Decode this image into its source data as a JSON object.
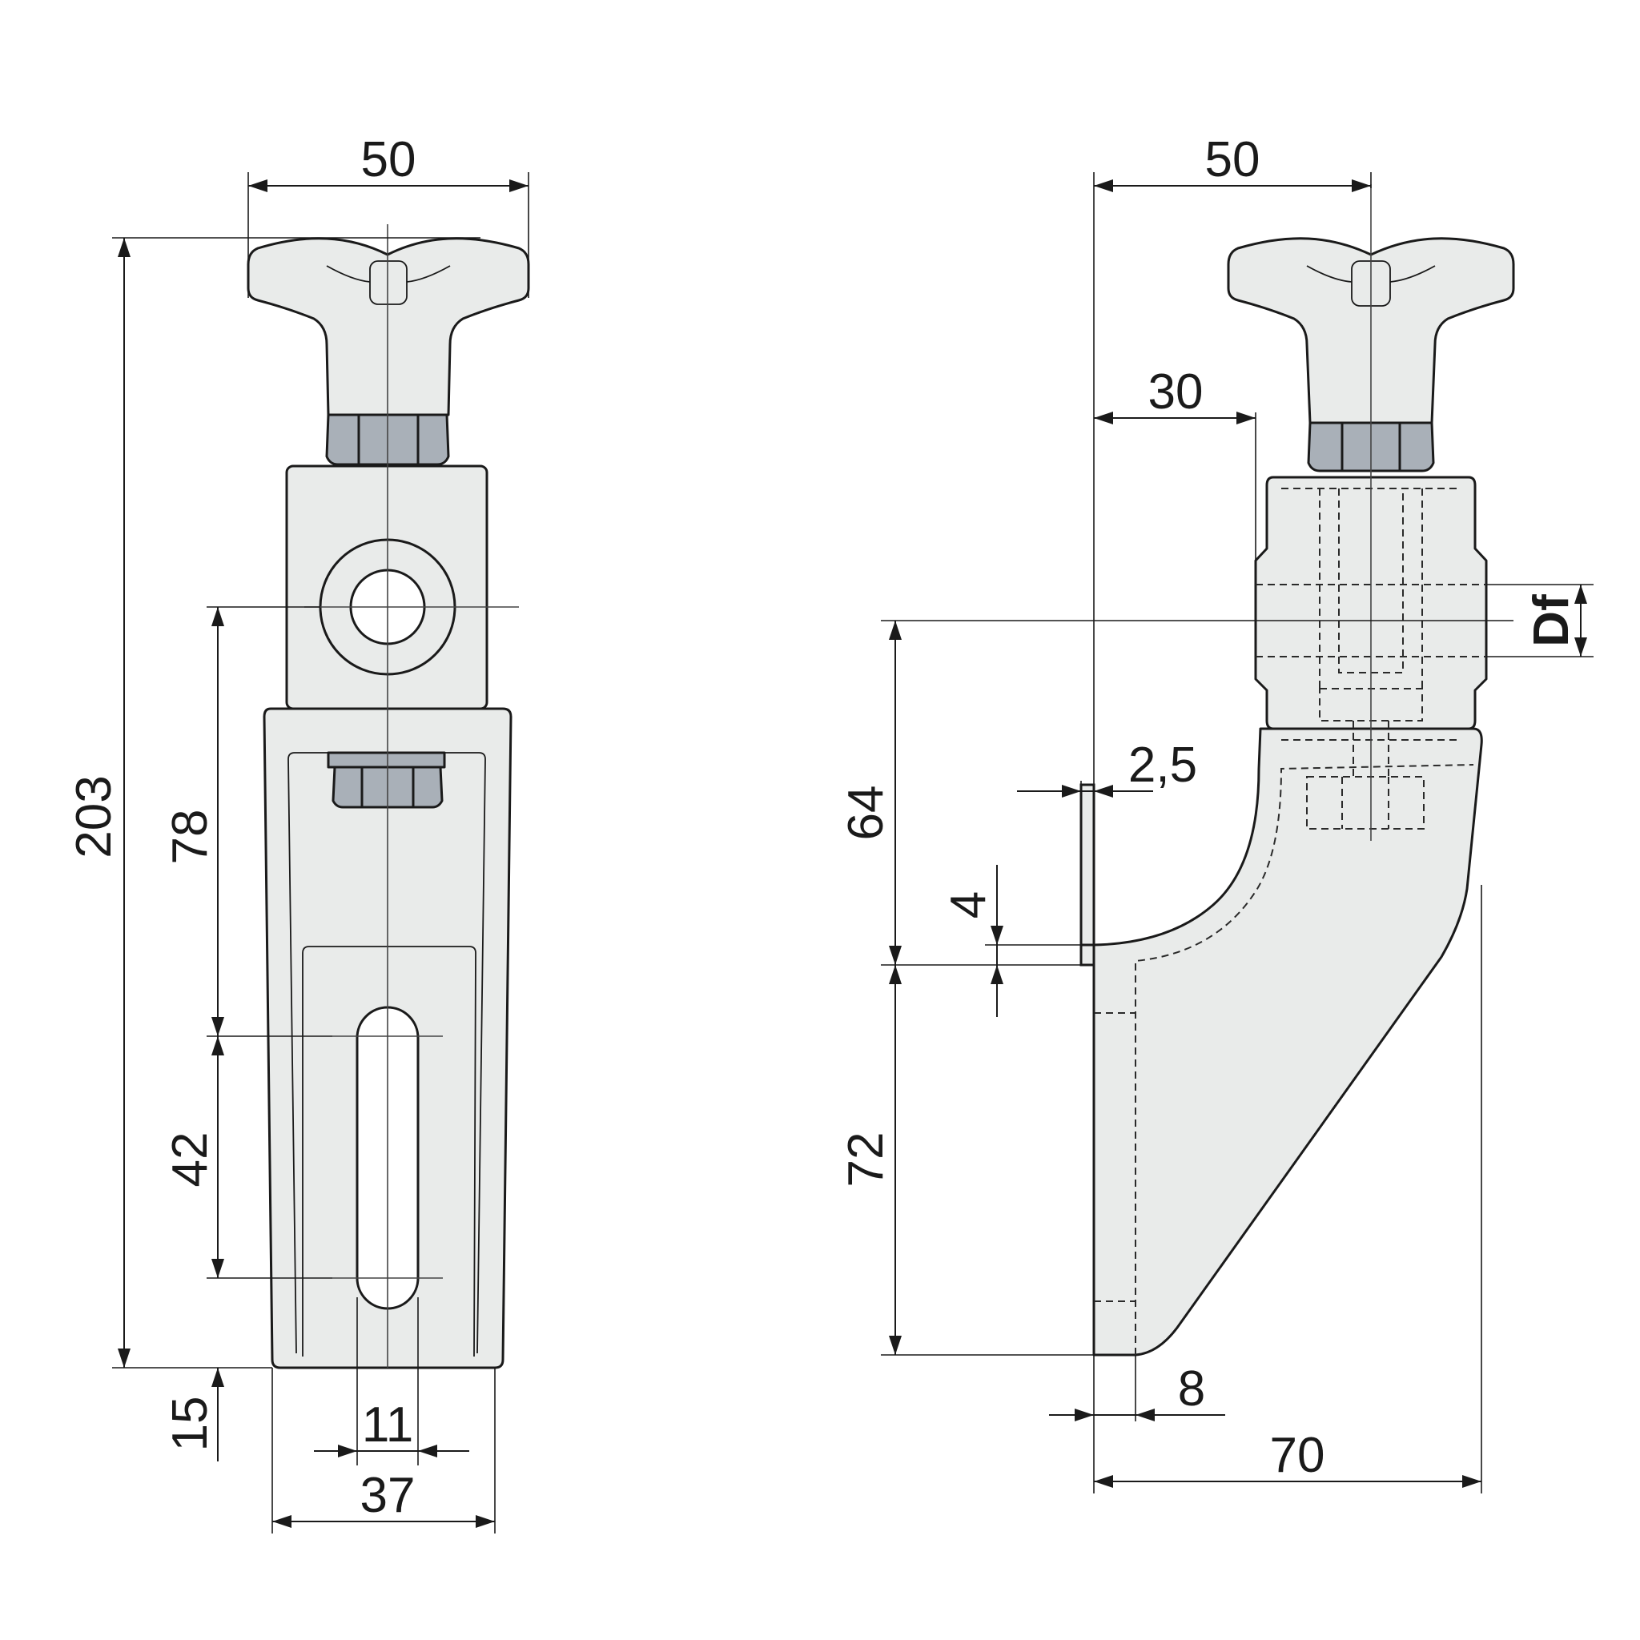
{
  "front_view": {
    "dimensions": {
      "knob_width": "50",
      "overall_height": "203",
      "hole_to_slot": "78",
      "slot_length": "42",
      "slot_to_bottom": "15",
      "slot_width": "11",
      "base_width": "37"
    }
  },
  "side_view": {
    "dimensions": {
      "knob_width": "50",
      "body_offset": "30",
      "thread_diameter": "Df",
      "lip_offset": "2,5",
      "clamp_height": "64",
      "lip_height": "4",
      "leg_height": "72",
      "base_thickness": "8",
      "overall_depth": "70"
    }
  },
  "colors": {
    "body_fill": "#e9ebea",
    "nut_fill": "#a9b0b8",
    "line": "#1a1a1a"
  }
}
